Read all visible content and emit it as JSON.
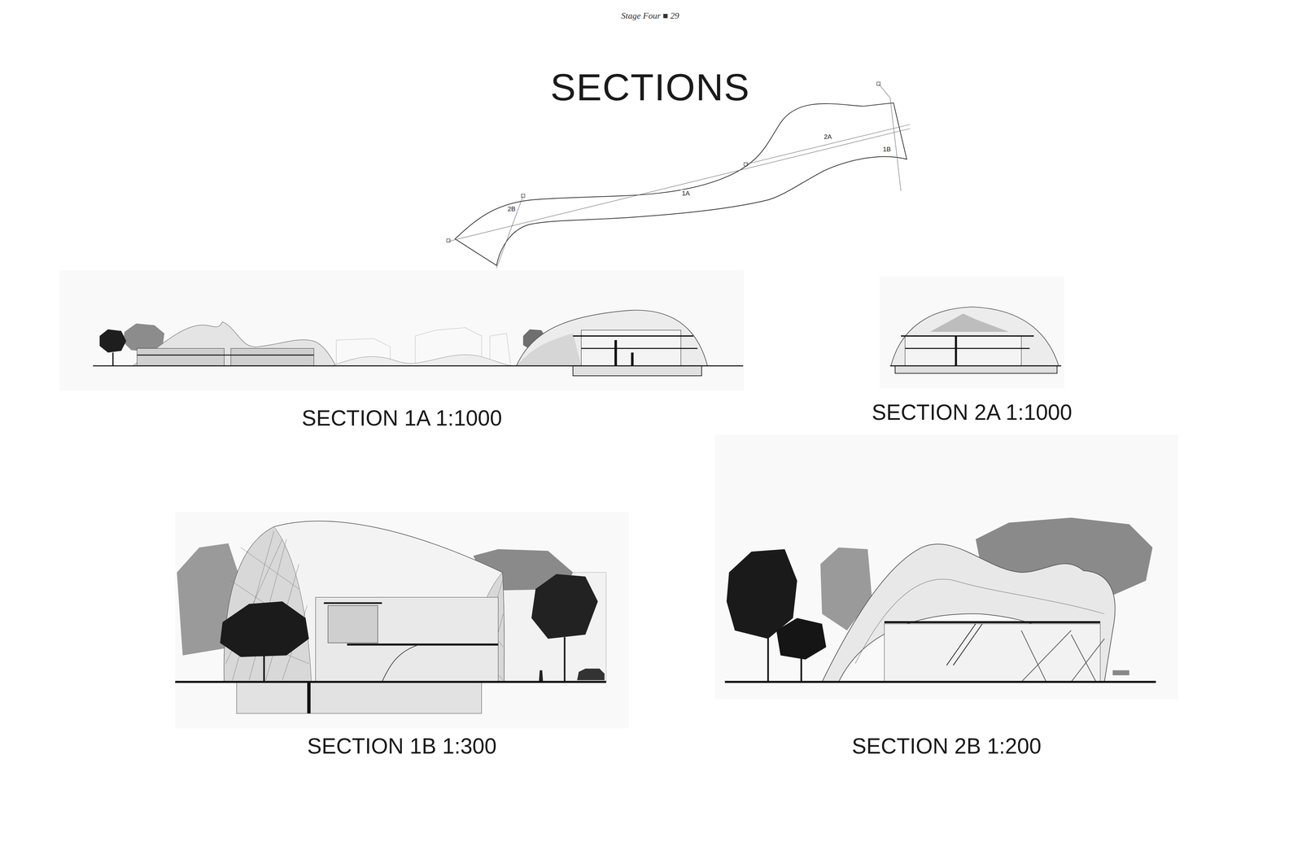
{
  "diagram": {
    "title": "SECTIONS",
    "nodes": [
      {
        "text": [
          "SECTION 1A 1:1000"
        ]
      },
      {
        "text": [
          "SECTION 2A 1:1000"
        ]
      },
      {
        "text": [
          "SECTION 1B 1:300"
        ]
      },
      {
        "text": [
          "SECTION 2B 1:200"
        ]
      }
    ],
    "labels": [
      "Stage Four ■ 29",
      "2A",
      "1B",
      "1A",
      "2B"
    ]
  }
}
